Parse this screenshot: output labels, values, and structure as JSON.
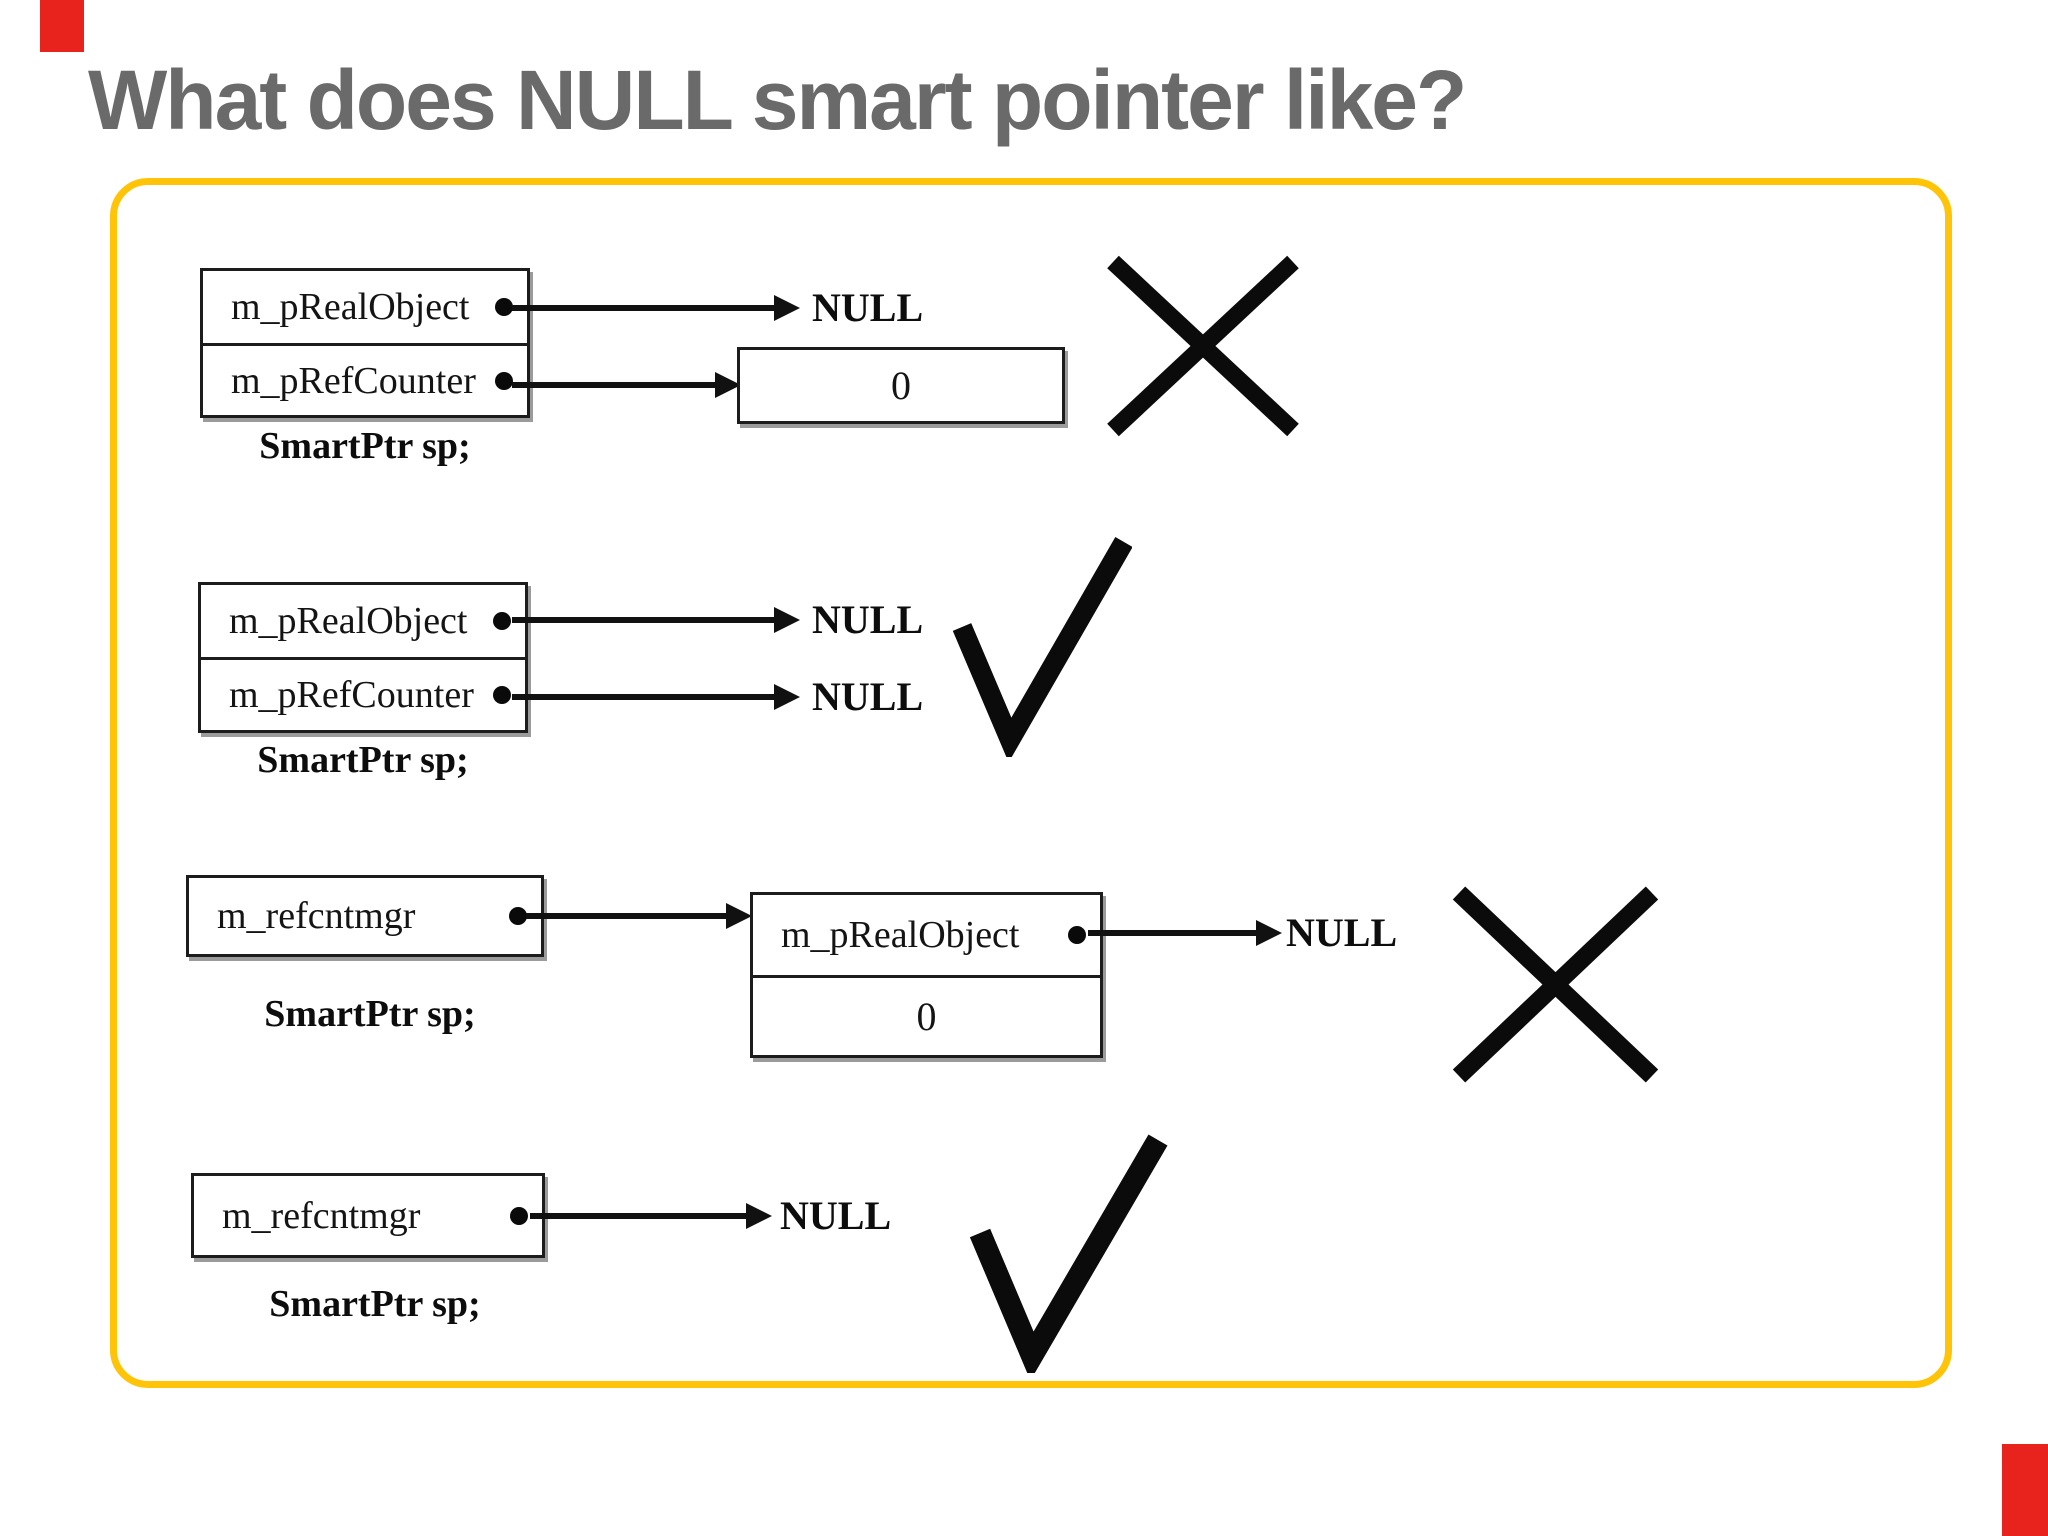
{
  "title": {
    "text": "What does NULL smart pointer like?"
  },
  "colors": {
    "title_text": "#6a6a6a",
    "frame_border": "#FFC408",
    "red_accent": "#E8231D",
    "diagram_ink": "#111111",
    "background": "#ffffff"
  },
  "sections": [
    {
      "verdict": "wrong",
      "rows": [
        "m_pRealObject",
        "m_pRefCounter"
      ],
      "targets": [
        "NULL",
        "0"
      ],
      "caption": "SmartPtr sp;"
    },
    {
      "verdict": "correct",
      "rows": [
        "m_pRealObject",
        "m_pRefCounter"
      ],
      "targets": [
        "NULL",
        "NULL"
      ],
      "caption": "SmartPtr sp;"
    },
    {
      "verdict": "wrong",
      "rows": [
        "m_refcntmgr"
      ],
      "inner": {
        "rows": [
          "m_pRealObject"
        ],
        "value": "0"
      },
      "targets": [
        "NULL"
      ],
      "caption": "SmartPtr sp;"
    },
    {
      "verdict": "correct",
      "rows": [
        "m_refcntmgr"
      ],
      "targets": [
        "NULL"
      ],
      "caption": "SmartPtr sp;"
    }
  ]
}
